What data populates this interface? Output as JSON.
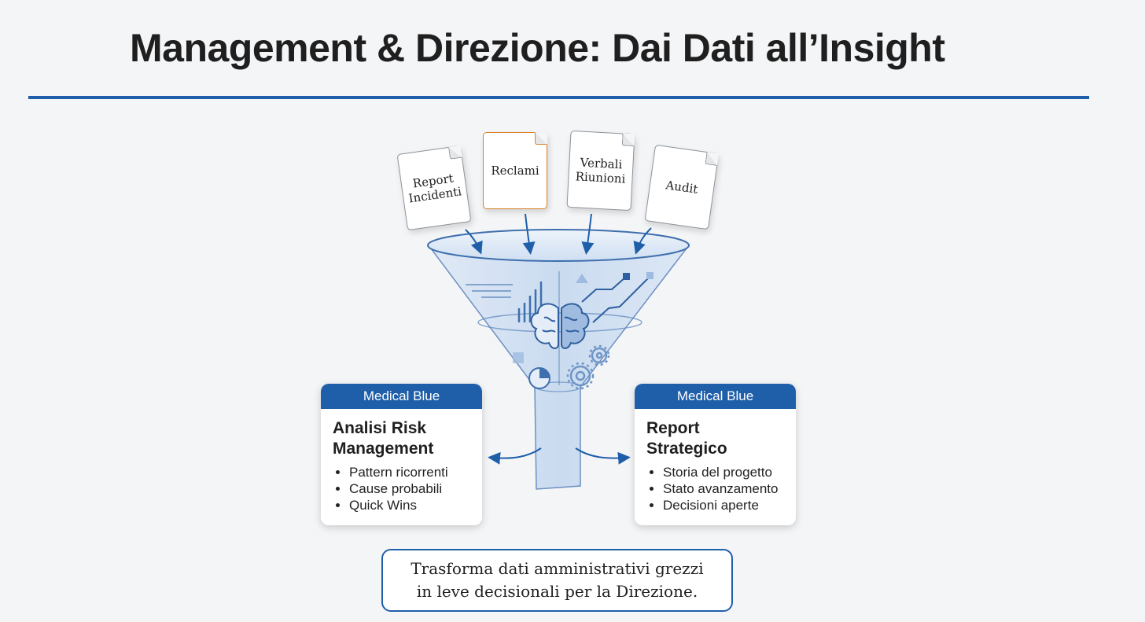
{
  "title": "Management & Direzione: Dai Dati all’Insight",
  "colors": {
    "accent": "#1f5fa9",
    "highlight_border": "#d9822b",
    "background": "#f4f5f7"
  },
  "documents": [
    {
      "label": "Report Incidenti",
      "icon": "document-icon",
      "highlighted": false
    },
    {
      "label": "Reclami",
      "icon": "document-icon",
      "highlighted": true
    },
    {
      "label": "Verbali Riunioni",
      "icon": "document-icon",
      "highlighted": false
    },
    {
      "label": "Audit",
      "icon": "document-icon",
      "highlighted": false
    }
  ],
  "funnel": {
    "icons": [
      "brain-icon",
      "gear-icon",
      "pie-chart-icon",
      "line-chart-icon",
      "bar-chart-icon"
    ]
  },
  "outputs": [
    {
      "badge": "Medical Blue",
      "title": "Analisi Risk Management",
      "items": [
        "Pattern ricorrenti",
        "Cause probabili",
        "Quick Wins"
      ]
    },
    {
      "badge": "Medical Blue",
      "title": "Report Strategico",
      "items": [
        "Storia del progetto",
        "Stato avanzamento",
        "Decisioni aperte"
      ]
    }
  ],
  "caption": {
    "line1": "Trasforma dati amministrativi grezzi",
    "line2": "in leve decisionali per la Direzione."
  }
}
